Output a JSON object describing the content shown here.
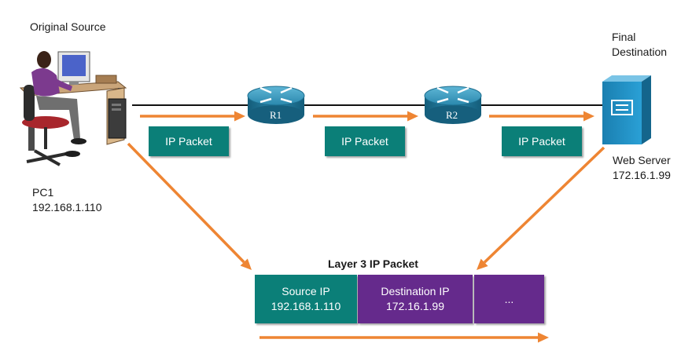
{
  "source": {
    "caption": "Original Source",
    "name": "PC1",
    "ip": "192.168.1.110"
  },
  "destination": {
    "caption_line1": "Final",
    "caption_line2": "Destination",
    "name": "Web Server",
    "ip": "172.16.1.99"
  },
  "routers": [
    "R1",
    "R2"
  ],
  "packets": [
    "IP Packet",
    "IP Packet",
    "IP Packet"
  ],
  "layer3": {
    "title": "Layer 3 IP Packet",
    "source_label": "Source IP",
    "source_value": "192.168.1.110",
    "dest_label": "Destination IP",
    "dest_value": "172.16.1.99",
    "rest": "..."
  },
  "colors": {
    "teal": "#0b7f78",
    "purple": "#652a8c",
    "arrow": "#ee8533",
    "router": "#1e7596",
    "server": "#1f8dbf"
  },
  "icons": [
    "workstation-pc-icon",
    "router-icon",
    "web-server-icon"
  ]
}
